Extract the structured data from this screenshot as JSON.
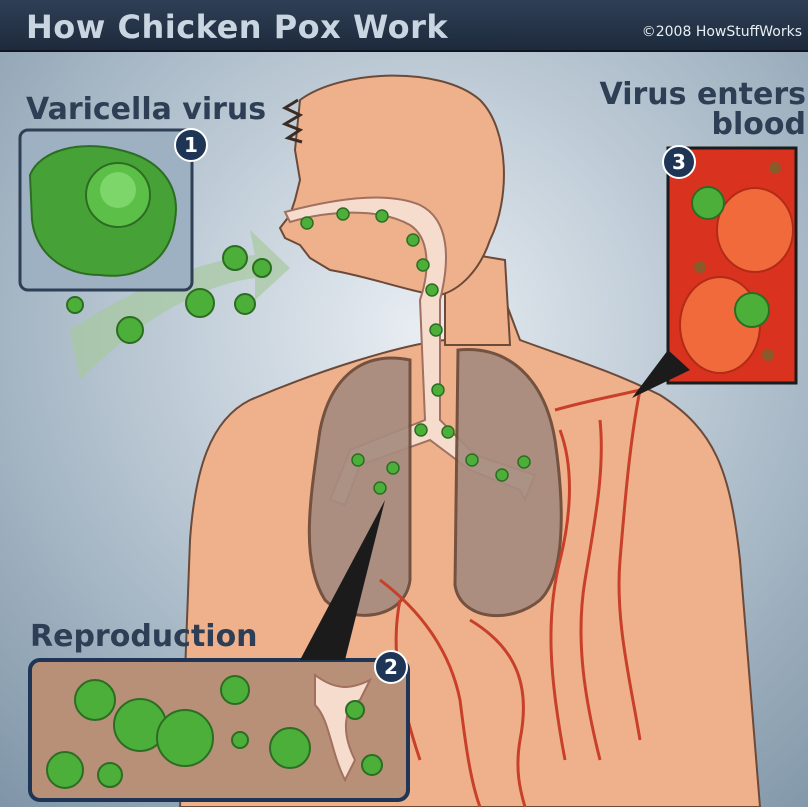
{
  "title": "How Chicken Pox Work",
  "credit": "©2008 HowStuffWorks",
  "steps": [
    {
      "number": "1",
      "label": "Varicella virus"
    },
    {
      "number": "2",
      "label": "Reproduction"
    },
    {
      "number": "3",
      "label_line1": "Virus enters",
      "label_line2": "blood"
    }
  ],
  "colors": {
    "title_bar": "#243247",
    "title_text": "#c9d5e0",
    "label_text": "#2d3e55",
    "skin": "#f0b58f",
    "lung": "#a58d80",
    "virus": "#4caf3a",
    "blood": "#d9321e",
    "vessel": "#c8402a"
  }
}
